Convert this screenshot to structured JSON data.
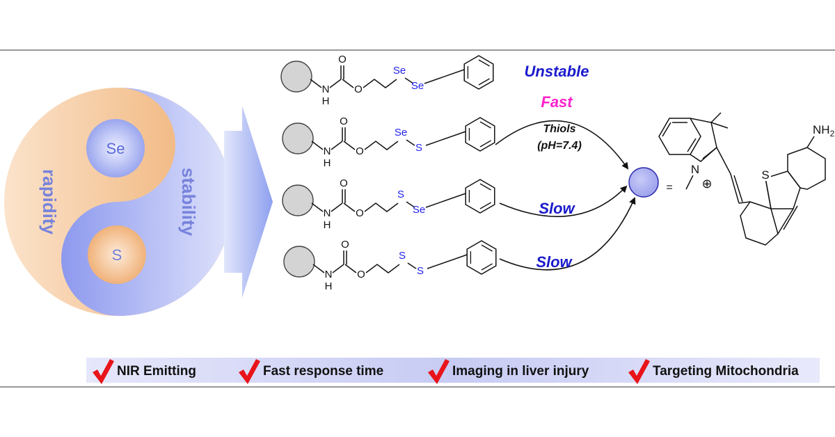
{
  "yinyang": {
    "inner_top": "Se",
    "inner_bottom": "S",
    "left_label": "rapidity",
    "right_label": "stability"
  },
  "labels": {
    "unstable": "Unstable",
    "fast": "Fast",
    "reagent": "Thiols",
    "condition": "(pH=7.4)",
    "slow_1": "Slow",
    "slow_2": "Slow"
  },
  "molecules": [
    {
      "carbonyl_o": "O",
      "nh": "H",
      "nh_n": "N",
      "ester_o": "O",
      "x1": "Se",
      "x2": "Se"
    },
    {
      "carbonyl_o": "O",
      "nh": "H",
      "nh_n": "N",
      "ester_o": "O",
      "x1": "Se",
      "x2": "S"
    },
    {
      "carbonyl_o": "O",
      "nh": "H",
      "nh_n": "N",
      "ester_o": "O",
      "x1": "S",
      "x2": "Se"
    },
    {
      "carbonyl_o": "O",
      "nh": "H",
      "nh_n": "N",
      "ester_o": "O",
      "x1": "S",
      "x2": "S"
    }
  ],
  "product": {
    "equals": "=",
    "amine": "NH",
    "amine_sub": "2",
    "sulfur": "S",
    "nitrogen": "N",
    "charge": "⊕"
  },
  "features": [
    "NIR Emitting",
    "Fast response time",
    "Imaging in liver injury",
    "Targeting Mitochondria"
  ],
  "colors": {
    "heteroatom": "#2222ee",
    "unstable": "#1a1acc",
    "fast": "#ff22cc",
    "slow": "#1a1acc",
    "check": "#e8141a",
    "orange": "#f0b27a",
    "blue": "#98a6ee",
    "dot": "#aeb2f2"
  }
}
